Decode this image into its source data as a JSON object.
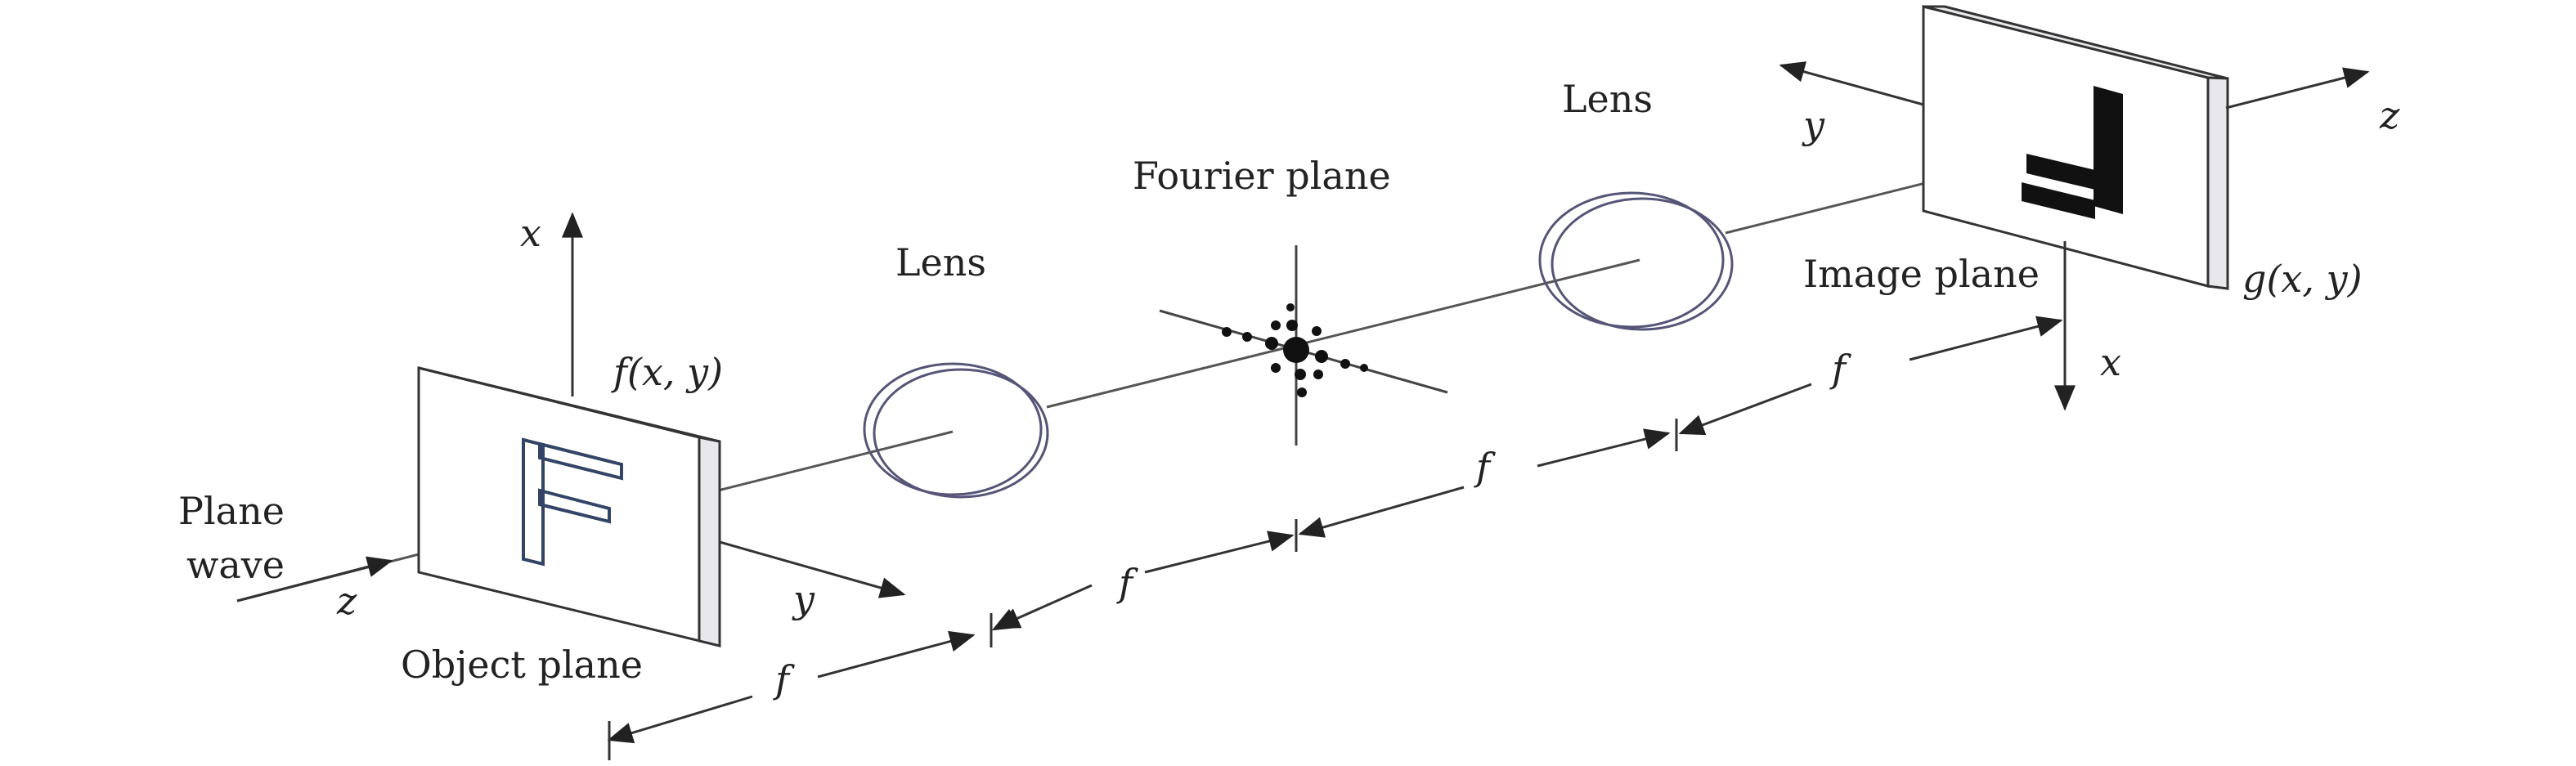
{
  "labels": {
    "plane_wave_1": "Plane",
    "plane_wave_2": "wave",
    "object_plane": "Object plane",
    "lens_1": "Lens",
    "fourier_plane": "Fourier plane",
    "lens_2": "Lens",
    "image_plane": "Image plane",
    "f_xy": "f(x, y)",
    "g_xy": "g(x, y)"
  },
  "axes": {
    "object": {
      "x": "x",
      "y": "y",
      "z": "z"
    },
    "image": {
      "x": "x",
      "y": "y",
      "z": "z"
    }
  },
  "focal_labels": [
    "f",
    "f",
    "f",
    "f"
  ],
  "colors": {
    "line": "#333333",
    "lens_stroke": "#555577",
    "plane_fill": "#ffffff",
    "edge_fill": "#e8e8ec",
    "letter_dark": "#111111",
    "letter_outline": "#334466"
  }
}
